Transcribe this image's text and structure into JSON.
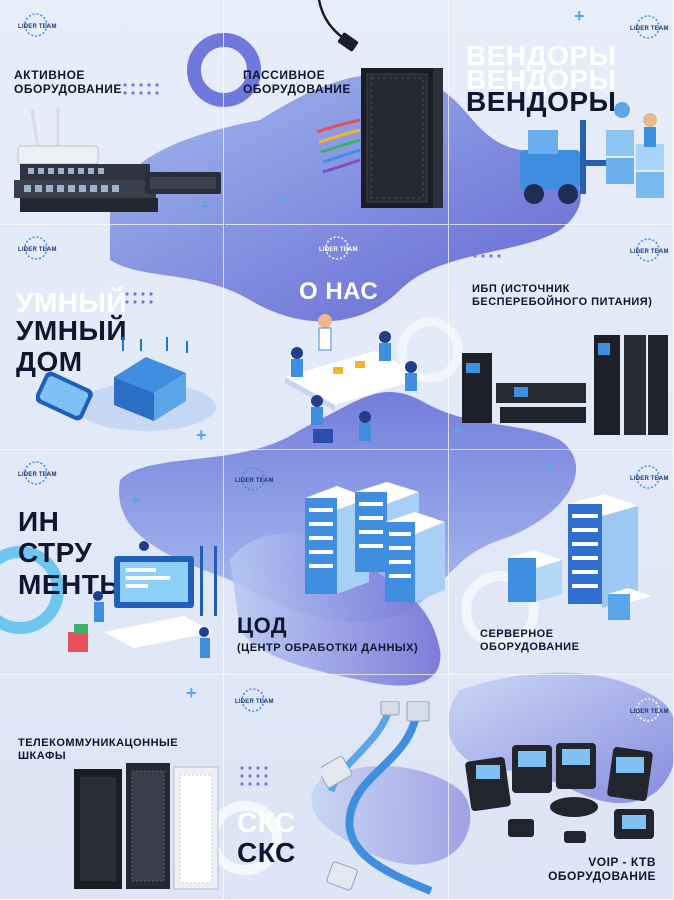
{
  "logo_text": "LIDER TEAM",
  "colors": {
    "primary": "#3f8ee0",
    "accent": "#41c4f0",
    "blob": "#6e78d8",
    "dark": "#0f1730"
  },
  "tiles": {
    "active": {
      "title": "АКТИВНОЕ\nОБОРУДОВАНИЕ",
      "icon": "network-switch-icon"
    },
    "passive": {
      "title": "ПАССИВНОЕ\nОБОРУДОВАНИЕ",
      "icon": "server-rack-icon"
    },
    "vendors": {
      "ghost1": "ВЕНДОРЫ",
      "ghost2": "ВЕНДОРЫ",
      "title": "ВЕНДОРЫ",
      "icon": "forklift-boxes-icon"
    },
    "smarthome": {
      "ghost": "УМНЫЙ",
      "title": "УМНЫЙ\nДОМ",
      "icon": "smart-house-icon"
    },
    "about": {
      "title": "О НАС",
      "icon": "team-meeting-icon"
    },
    "ups": {
      "title": "ИБП (ИСТОЧНИК\nБЕСПЕРЕБОЙНОГО ПИТАНИЯ)",
      "icon": "ups-icon"
    },
    "tools": {
      "title": "ИН\nСТРУ\nМЕНТЫ",
      "icon": "dev-team-icon"
    },
    "dc": {
      "title": "ЦОД",
      "subtitle": "(ЦЕНТР ОБРАБОТКИ ДАННЫХ)",
      "icon": "datacenter-icon"
    },
    "server": {
      "title": "СЕРВЕРНОЕ\nОБОРУДОВАНИЕ",
      "icon": "server-stack-icon"
    },
    "telecom": {
      "title": "ТЕЛЕКОММУНИКАЦОННЫЕ\nШКАФЫ",
      "icon": "cabinet-icon"
    },
    "scs": {
      "ghost": "СКС",
      "title": "СКС",
      "icon": "patch-cable-icon"
    },
    "voip": {
      "title": "VOIP - КТВ\nОБОРУДОВАНИЕ",
      "icon": "ip-phone-icon"
    }
  }
}
